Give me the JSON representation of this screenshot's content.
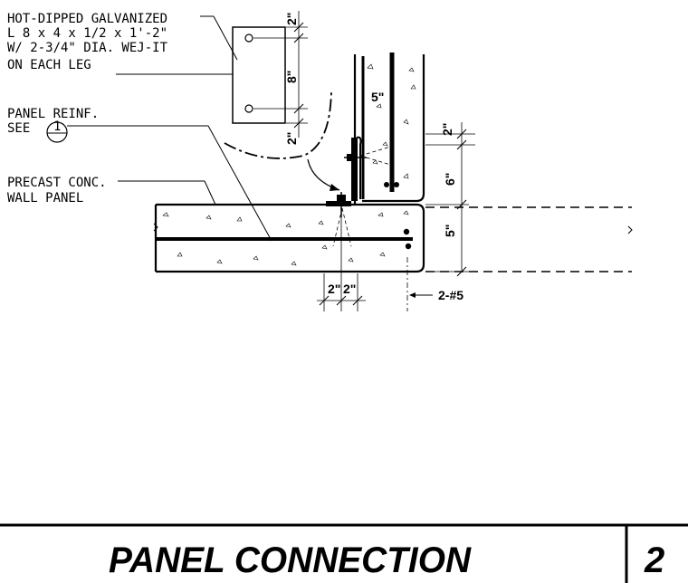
{
  "notes": {
    "angle": [
      "HOT-DIPPED GALVANIZED",
      "L 8 x 4 x 1/2 x 1'-2\"",
      "W/ 2-3/4\" DIA. WEJ-IT",
      "ON EACH LEG"
    ],
    "panel_reinf": [
      "PANEL REINF.",
      "SEE"
    ],
    "section_mark": {
      "top": "1",
      "bottom": "—"
    },
    "precast": [
      "PRECAST CONC.",
      "WALL PANEL"
    ],
    "rebar": "2-#5"
  },
  "dimensions": {
    "angle_top_edge": "2\"",
    "angle_hole_spacing": "8\"",
    "angle_bottom_edge": "2\"",
    "wall_thickness_label": "5\"",
    "vertical_offset": "2\"",
    "vertical_height": "6\"",
    "panel_thickness": "5\"",
    "bottom_left": "2\"",
    "bottom_right": "2\""
  },
  "title_block": {
    "title": "PANEL CONNECTION",
    "number": "2"
  }
}
